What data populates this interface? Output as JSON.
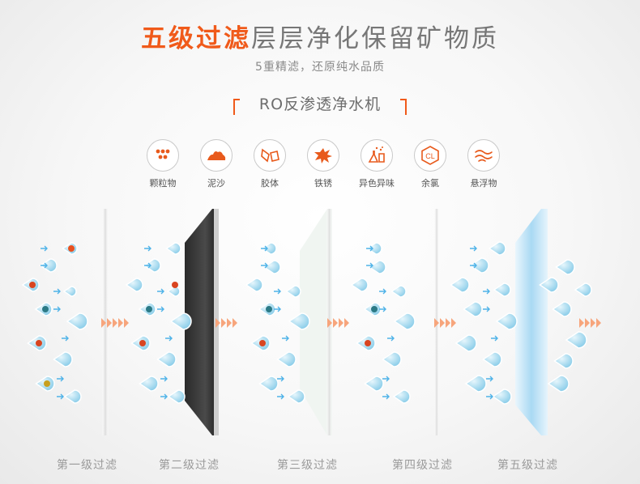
{
  "header": {
    "title_accent": "五级过滤",
    "title_rest": "层层净化保留矿物质",
    "subtitle": "5重精滤，还原纯水品质",
    "ro_label": "RO反渗透净水机"
  },
  "impurities": [
    {
      "label": "颗粒物",
      "icon": "particles-icon"
    },
    {
      "label": "泥沙",
      "icon": "sediment-icon"
    },
    {
      "label": "胶体",
      "icon": "colloid-icon"
    },
    {
      "label": "铁锈",
      "icon": "rust-icon"
    },
    {
      "label": "异色异味",
      "icon": "odor-flask-icon"
    },
    {
      "label": "余氯",
      "icon": "chlorine-icon"
    },
    {
      "label": "悬浮物",
      "icon": "suspended-matter-icon"
    }
  ],
  "stages": [
    {
      "label": "第一级过滤"
    },
    {
      "label": "第二级过滤"
    },
    {
      "label": "第三级过滤"
    },
    {
      "label": "第四级过滤"
    },
    {
      "label": "第五级过滤"
    }
  ],
  "colors": {
    "accent": "#f05a1a",
    "water_drop": "#8fd0ea",
    "arrow": "#4fb3e8",
    "carbon_filter": "#3a3a3a",
    "final_filter": "#bfe3f7"
  }
}
